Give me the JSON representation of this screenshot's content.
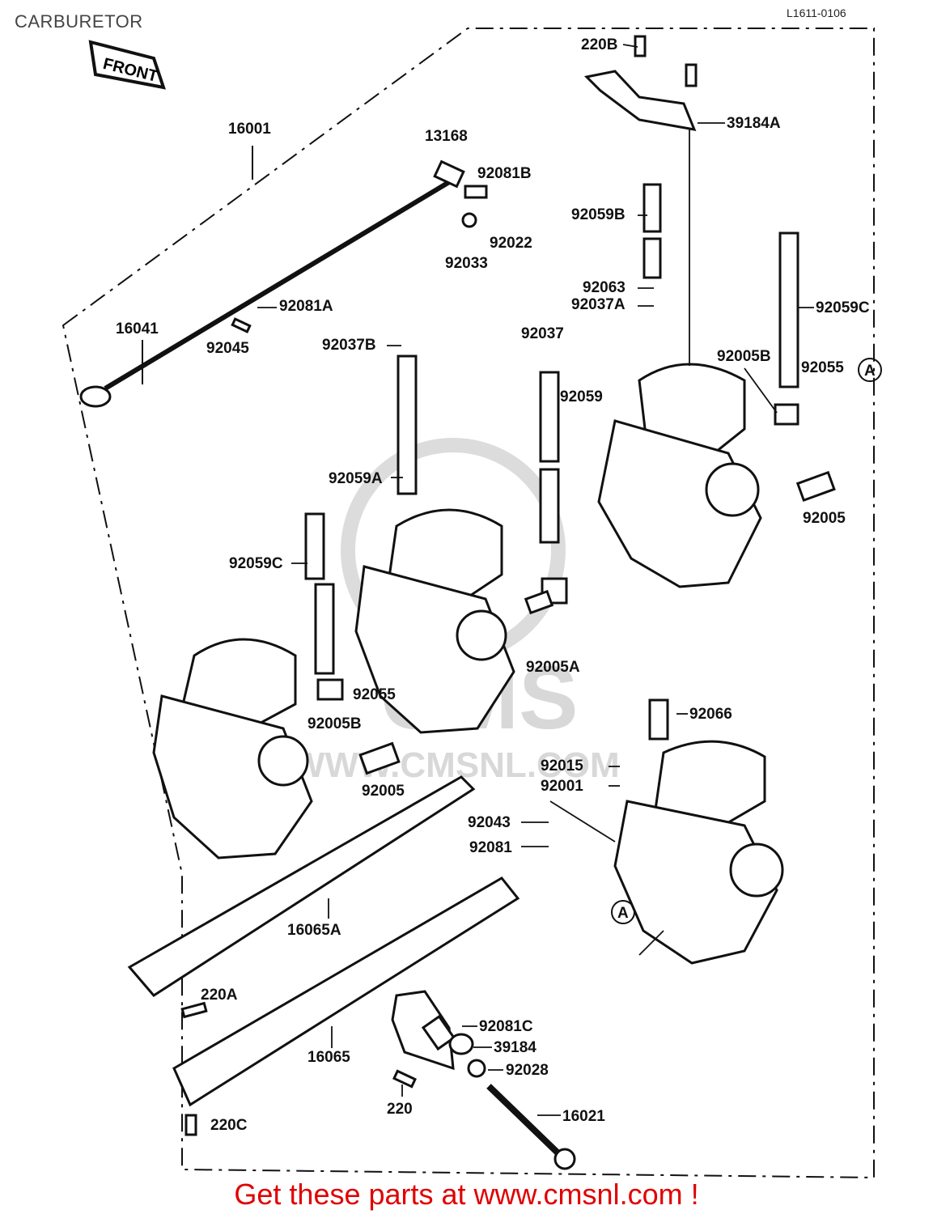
{
  "title": "CARBURETOR",
  "doc_number": "L1611-0106",
  "front_tag": "FRONT",
  "watermark": {
    "logo": "CMS",
    "url": "WWW.CMSNL.COM"
  },
  "promo_text": "Get these parts at www.cmsnl.com !",
  "callout_marker": "A",
  "labels": {
    "p16001": "16001",
    "p13168": "13168",
    "p92081B": "92081B",
    "p92022": "92022",
    "p92033": "92033",
    "p220B": "220B",
    "p39184A": "39184A",
    "p92059B": "92059B",
    "p92063": "92063",
    "p92037A": "92037A",
    "p92059C_r": "92059C",
    "p92081A": "92081A",
    "p16041": "16041",
    "p92045": "92045",
    "p92037B": "92037B",
    "p92037": "92037",
    "p92059": "92059",
    "p92005B_r": "92005B",
    "p92055_r": "92055",
    "p92059A": "92059A",
    "p92005_r": "92005",
    "p92059C_l": "92059C",
    "p92005A": "92005A",
    "p92055_l": "92055",
    "p92005B_l": "92005B",
    "p92005_l": "92005",
    "p92066": "92066",
    "p92015": "92015",
    "p92001": "92001",
    "p92043": "92043",
    "p92081": "92081",
    "p16065A": "16065A",
    "p220A": "220A",
    "p92081C": "92081C",
    "p39184": "39184",
    "p16065": "16065",
    "p92028": "92028",
    "p220": "220",
    "p16021": "16021",
    "p220C": "220C"
  }
}
